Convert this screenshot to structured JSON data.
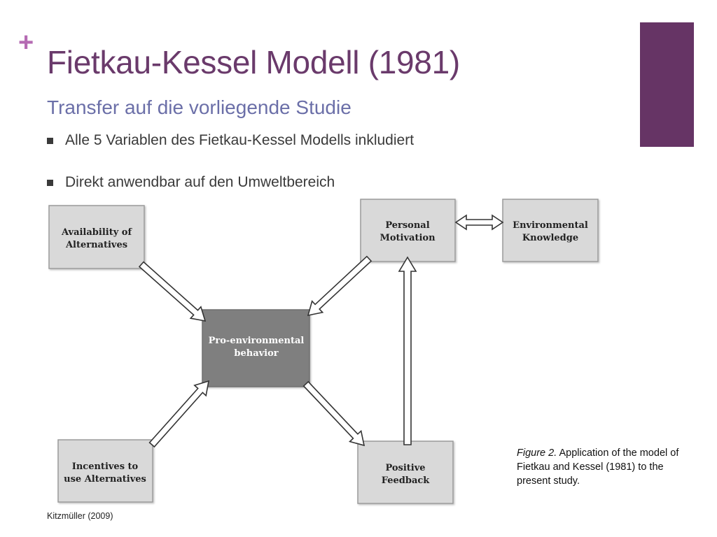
{
  "slide": {
    "title": "Fietkau-Kessel Modell (1981)",
    "subtitle": "Transfer auf die vorliegende Studie",
    "bullets": [
      "Alle 5 Variablen des Fietkau-Kessel Modells inkludiert",
      "Direkt anwendbar auf den Umweltbereich"
    ],
    "plus_symbol": "+",
    "accent_color": "#663465"
  },
  "diagram": {
    "boxes": {
      "availability": [
        "Availability of",
        "Alternatives"
      ],
      "motivation": [
        "Personal",
        "Motivation"
      ],
      "knowledge": [
        "Environmental",
        "Knowledge"
      ],
      "behavior": [
        "Pro-environmental",
        "behavior"
      ],
      "incentives": [
        "Incentives to",
        "use Alternatives"
      ],
      "feedback": [
        "Positive",
        "Feedback"
      ]
    },
    "colors": {
      "box_fill": "#d9d9d9",
      "box_stroke": "#9a9a9a",
      "center_fill": "#7f7f7f",
      "center_text": "#ffffff",
      "text": "#222222"
    }
  },
  "caption": {
    "figure_label": "Figure 2.",
    "text": " Application of the model of Fietkau and Kessel (1981) to the present study."
  },
  "source": "Kitzmüller (2009)"
}
